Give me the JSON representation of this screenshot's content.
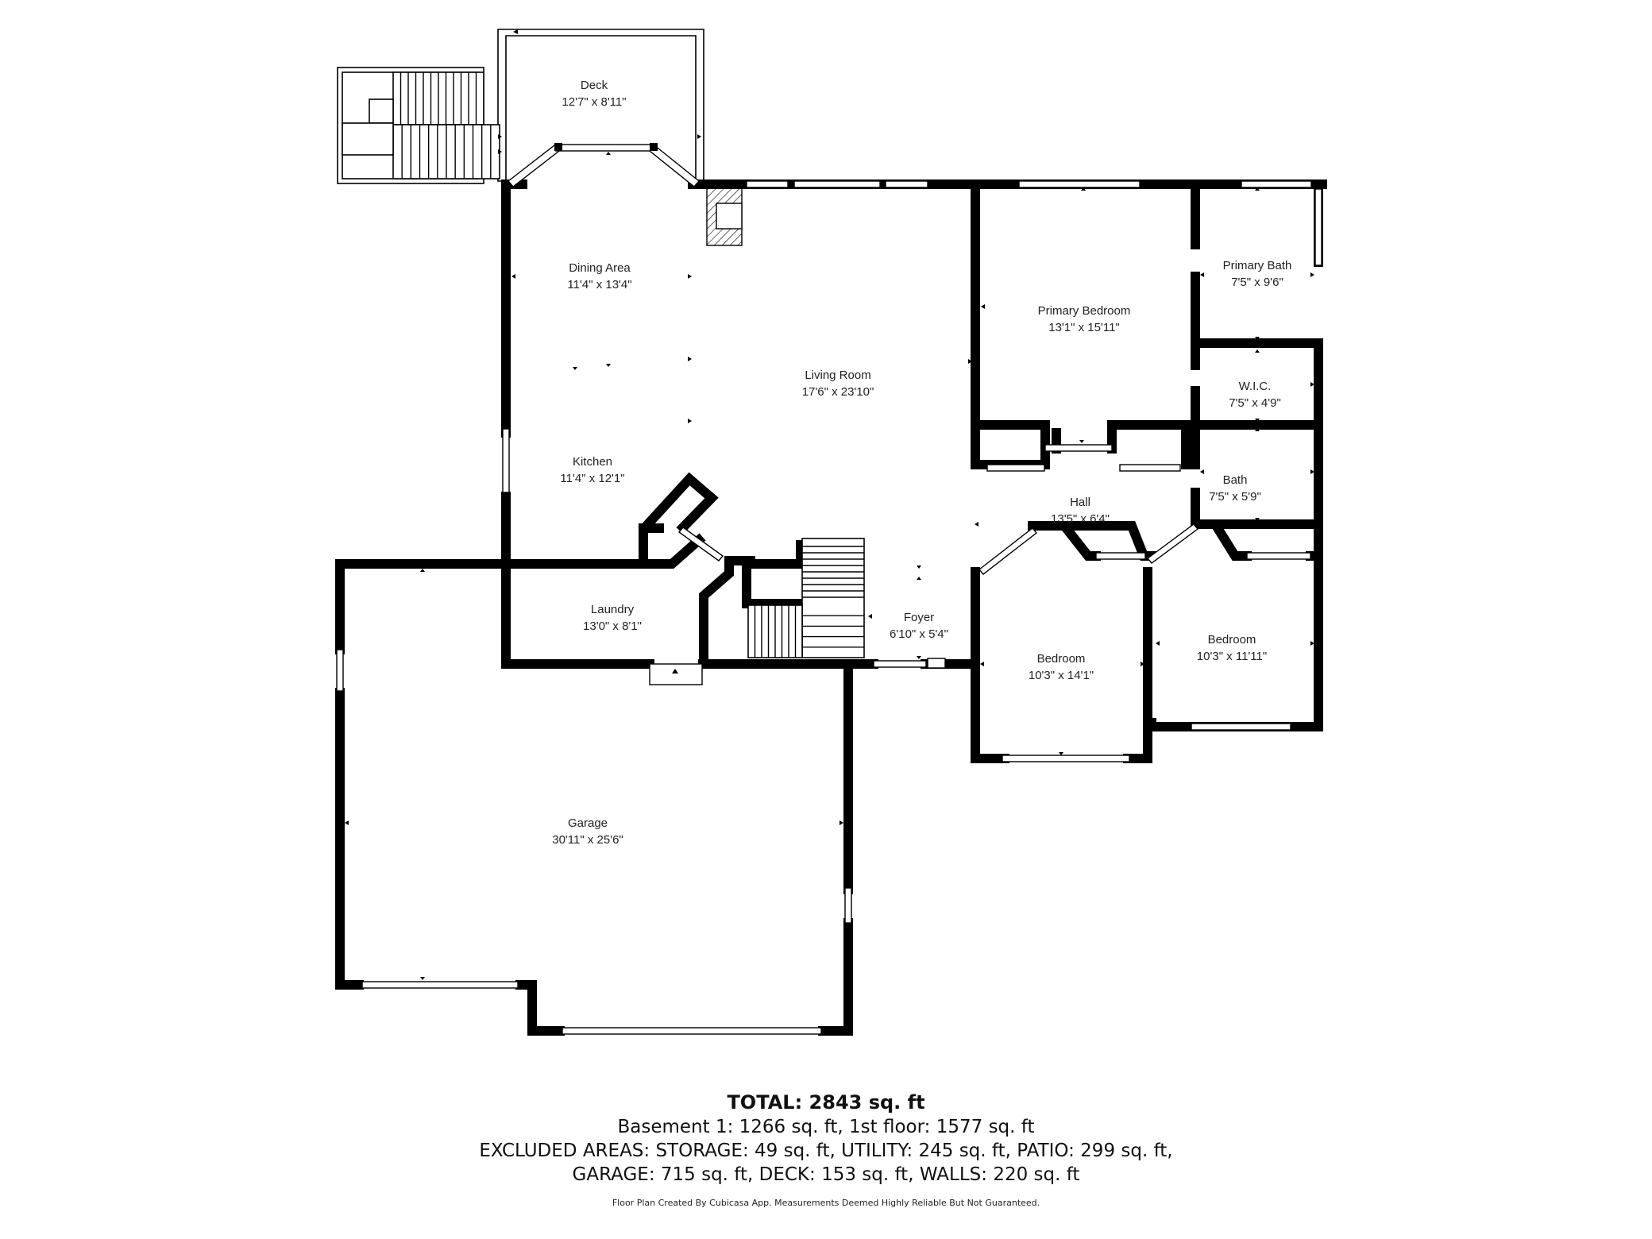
{
  "rooms": {
    "deck": {
      "name": "Deck",
      "dim": "12'7\" x 8'11\""
    },
    "dining": {
      "name": "Dining Area",
      "dim": "11'4\" x 13'4\""
    },
    "living": {
      "name": "Living Room",
      "dim": "17'6\" x 23'10\""
    },
    "primary_bedroom": {
      "name": "Primary Bedroom",
      "dim": "13'1\" x 15'11\""
    },
    "primary_bath": {
      "name": "Primary Bath",
      "dim": "7'5\" x 9'6\""
    },
    "wic": {
      "name": "W.I.C.",
      "dim": "7'5\" x 4'9\""
    },
    "kitchen": {
      "name": "Kitchen",
      "dim": "11'4\" x 12'1\""
    },
    "hall": {
      "name": "Hall",
      "dim": "13'5\" x 6'4\""
    },
    "bath": {
      "name": "Bath",
      "dim": "7'5\" x 5'9\""
    },
    "laundry": {
      "name": "Laundry",
      "dim": "13'0\" x 8'1\""
    },
    "foyer": {
      "name": "Foyer",
      "dim": "6'10\" x 5'4\""
    },
    "bedroom_1": {
      "name": "Bedroom",
      "dim": "10'3\" x 14'1\""
    },
    "bedroom_2": {
      "name": "Bedroom",
      "dim": "10'3\" x 11'11\""
    },
    "garage": {
      "name": "Garage",
      "dim": "30'11\" x 25'6\""
    }
  },
  "summary": {
    "total": "TOTAL: 2843 sq. ft",
    "line1": "Basement 1: 1266 sq. ft, 1st floor: 1577 sq. ft",
    "line2": "EXCLUDED AREAS: STORAGE: 49 sq. ft, UTILITY: 245 sq. ft, PATIO: 299 sq. ft,",
    "line3": "GARAGE: 715 sq. ft, DECK: 153 sq. ft, WALLS: 220 sq. ft",
    "disclaimer": "Floor Plan Created By Cubicasa App. Measurements Deemed Highly Reliable But Not Guaranteed."
  }
}
